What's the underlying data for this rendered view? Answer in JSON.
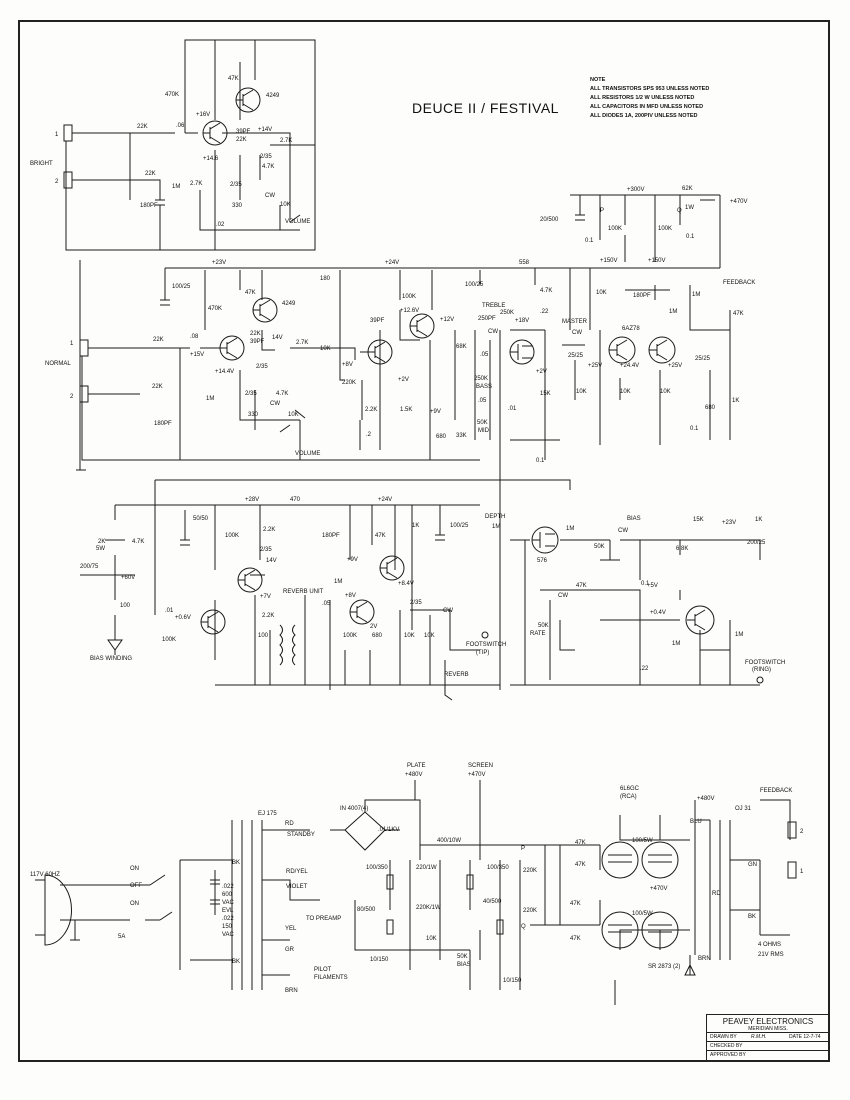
{
  "title": "DEUCE II / FESTIVAL",
  "notes": [
    "NOTE",
    "ALL TRANSISTORS SPS 953 UNLESS NOTED",
    "ALL RESISTORS 1/2 W UNLESS NOTED",
    "ALL CAPACITORS IN MFD UNLESS NOTED",
    "ALL DIODES 1A, 200PIV UNLESS NOTED"
  ],
  "title_block": {
    "company": "PEAVEY ELECTRONICS",
    "location": "MERIDIAN MISS.",
    "drawn_label": "DRAWN BY",
    "drawn_by": "R.M.H.",
    "date": "DATE 12-7-74",
    "checked_label": "CHECKED BY",
    "approved_label": "APPROVED BY"
  },
  "sections": {
    "bright": {
      "bright_label": "BRIGHT",
      "jack_1": "1",
      "jack_2": "2",
      "r_in": "22K",
      "r_in2": "22K",
      "c_in": "180PF",
      "r_1m": "1M",
      "c_06": ".06",
      "r_470k": "470K",
      "r_47k": "47K",
      "q_4249": "4249",
      "c_39pf": "39PF",
      "r_22k_e": "22K",
      "v_16": "+16V",
      "v_14": "+14V",
      "v_146": "+14.6",
      "r_27k": "2.7K",
      "r_27k_b": "2.7K",
      "c_235": "2/35",
      "c_235_b": "2/35",
      "r_47k_b": "4.7K",
      "r_330": "330",
      "c_02": ".02",
      "cw": "CW",
      "r_10k": "10K",
      "volume": "VOLUME"
    },
    "normal": {
      "normal_label": "NORMAL",
      "jack_1": "1",
      "jack_2": "2",
      "v_23": "+23V",
      "c_100_25": "100/25",
      "r_180": "180",
      "r_22k_a": "22K",
      "r_22k_b": "22K",
      "c_180pf": "180PF",
      "r_1m": "1M",
      "c_08": ".08",
      "r_470k": "470K",
      "r_47k": "47K",
      "q_4249": "4249",
      "c_39pf": "39PF",
      "r_22k_e": "22K",
      "v_15": "+15V",
      "v_14": "14V",
      "v_144": "+14.4V",
      "r_27k": "2.7K",
      "c_235_a": "2/35",
      "c_235_b": "2/35",
      "r_47k_b": "4.7K",
      "r_330": "330",
      "cw": "CW",
      "r_10k": "10K",
      "volume": "VOLUME",
      "r_10k_c": "10K",
      "v_8": "+8V"
    },
    "tone": {
      "v_24": "+24V",
      "r_100k": "100K",
      "v_126": "+12.6V",
      "v_12": "+12V",
      "c_39pf": "39PF",
      "r_220k": "220K",
      "v_2": "+2V",
      "r_22k": "2.2K",
      "c_2": ".2",
      "r_15k": "1.5K",
      "v_9": "+9V",
      "r_680": "680",
      "c_100_25": "100/25",
      "q_558": "558",
      "treble": "TREBLE",
      "r_250k_t": "250K",
      "c_250pf": "250PF",
      "cw": "CW",
      "r_68k": "68K",
      "c_05": ".05",
      "r_250k_b": "250K",
      "bass": "BASS",
      "c_05_b": ".05",
      "r_50k": "50K",
      "mid": "MID",
      "r_33k": "33K",
      "v_18": "+18V",
      "c_22": ".22",
      "r_47k": "4.7K",
      "v_2b": "+2V",
      "r_15k_b": "15K",
      "c_01": ".01",
      "c_01b": "0.1"
    },
    "power_amp": {
      "v_300": "+300V",
      "r_62k": "62K",
      "r_1w": "1W",
      "v_470": "+470V",
      "c_20_500": "20/500",
      "p": "P",
      "q": "Q",
      "c_01_a": "0.1",
      "r_100k_a": "100K",
      "r_100k_b": "100K",
      "c_01_b": "0.1",
      "v_150a": "+150V",
      "v_150b": "+150V",
      "feedback": "FEEDBACK",
      "r_47k": "47K",
      "r_10k_a": "10K",
      "c_180pf": "180PF",
      "r_1m": "1M",
      "master": "MASTER",
      "cw": "CW",
      "r_6a": "6AZ78",
      "c_25_25a": "25/25",
      "c_25_25b": "25/25",
      "v_25a": "+25V",
      "v_244": "+24.4V",
      "v_25b": "+25V",
      "r_10k_b": "10K",
      "r_10k_c": "10K",
      "r_680": "680",
      "r_1k": "1K",
      "c_01_c": "0.1",
      "r_10k_d": "10K",
      "r_1m_b": "1M"
    },
    "reverb": {
      "v_28": "+28V",
      "r_470": "470",
      "v_24": "+24V",
      "r_2k": "2K",
      "r_5w": "5W",
      "c_50_50": "50/50",
      "r_47k": "4.7K",
      "c_200_75": "200/75",
      "v_60": "+60V",
      "r_100": "100",
      "bias_winding": "BIAS WINDING",
      "r_100k": "100K",
      "r_22k": "2.2K",
      "c_235": "2/35",
      "v_14": "14V",
      "v_7": "+7V",
      "c_01": ".01",
      "v_06": "+0.6V",
      "r_100k_b": "100K",
      "r_22k_b": "2.2K",
      "r_100_b": "100",
      "reverb_unit": "REVERB UNIT",
      "c_180pf": "180PF",
      "v_9": "+9V",
      "r_47k_b": "47K",
      "r_1k": "1K",
      "c_100_25": "100/25",
      "v_84": "+8.4V",
      "r_1m": "1M",
      "v_8": "+8V",
      "c_05": ".05",
      "c_235_b": "2/35",
      "r_100k_c": "100K",
      "r_680": "680",
      "v_2": "2V",
      "r_10k": "10K",
      "r_10k_b": "10K",
      "cw": "CW",
      "footswitch_tip": "FOOTSWITCH",
      "tip": "(TIP)",
      "reverb": "REVERB",
      "depth": "DEPTH",
      "r_1m_d": "1M"
    },
    "vibrato": {
      "q_576": "576",
      "r_1m": "1M",
      "bias": "BIAS",
      "cw": "CW",
      "r_50k": "50K",
      "r_15k": "15K",
      "v_23": "+23V",
      "r_1k": "1K",
      "c_200_25": "200/25",
      "r_68k": "6.8K",
      "r_47k": "47K",
      "c_01": "0.1",
      "v_5": "+5V",
      "v_04": "+0.4V",
      "cw_b": "CW",
      "r_50k_b": "50K",
      "rate": "RATE",
      "r_1m_b": "1M",
      "r_1m_c": "1M",
      "c_22": ".22",
      "footswitch_ring": "FOOTSWITCH",
      "ring": "(RING)"
    },
    "power_supply": {
      "line": "117V 60HZ",
      "on": "ON",
      "off": "OFF",
      "on_b": "ON",
      "fuse": "5A",
      "c_022": ".022",
      "c_600": "600",
      "c_vac": "VAC",
      "evl": "EVL",
      "c_022b": ".022",
      "c_150": "150",
      "c_vac_b": "VAC",
      "bk": "BK",
      "bk_b": "BK",
      "ej": "EJ 175",
      "rd": "RD",
      "standby": "STANDBY",
      "diodes": "IN 4007(4)",
      "c_01_1kv": ".01/1KV",
      "plate": "PLATE",
      "v_480": "+480V",
      "screen": "SCREEN",
      "v_470": "+470V",
      "r_400_10w": "400/10W",
      "rd_yel": "RD/YEL",
      "c_100_350": "100/350",
      "r_220_1w": "220/1W",
      "c_100_350b": "100/350",
      "violet": "VIOLET",
      "to_preamp": "TO PREAMP",
      "c_80_500": "80/500",
      "r_220k_1w": "220K/1W",
      "c_40_500": "40/500",
      "yel": "YEL",
      "r_10k": "10K",
      "gr": "GR",
      "pilot": "PILOT",
      "filaments": "FILAMENTS",
      "brn": "BRN",
      "c_10_150": "10/150",
      "r_50k_bias": "50K",
      "bias": "BIAS",
      "c_10_150b": "10/150"
    },
    "output": {
      "tube": "6L6GC",
      "rca": "(RCA)",
      "v_480": "+480V",
      "oj": "OJ 31",
      "feedback": "FEEDBACK",
      "p": "P",
      "q": "Q",
      "r_220k_a": "220K",
      "r_220k_b": "220K",
      "r_47k_a": "47K",
      "r_47k_b": "47K",
      "r_47k_c": "47K",
      "r_47k_d": "47K",
      "r_100_5w_a": "100/5W",
      "r_100_5w_b": "100/5W",
      "blu": "BLU",
      "v_470": "+470V",
      "rd": "RD",
      "brn": "BRN",
      "sr": "SR 2873 (2)",
      "gn": "GN",
      "bk": "BK",
      "ohms": "4 OHMS",
      "rms": "21V RMS",
      "pin_2": "2",
      "pin_1": "1"
    }
  }
}
